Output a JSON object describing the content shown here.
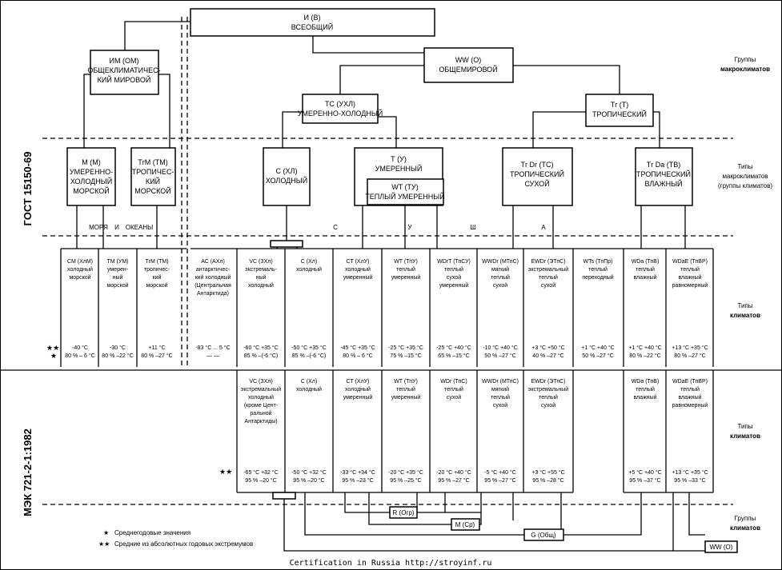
{
  "side_labels": {
    "gost": "ГОСТ 15150-69",
    "iec": "МЭК 721-2-1:1982"
  },
  "right_labels": [
    [
      "Группы",
      "макроклиматов"
    ],
    [
      "Типы",
      "макроклиматов",
      "(группы климатов)"
    ],
    [
      "Типы",
      "климатов"
    ],
    [
      "Типы",
      "климатов"
    ],
    [
      "Группы",
      "климатов"
    ]
  ],
  "top_boxes": [
    [
      "И (В)",
      "ВСЕОБЩИЙ"
    ],
    [
      "ИМ (ОМ)",
      "ОБЩЕКЛИМАТИЧЕС-",
      "КИЙ МИРОВОЙ"
    ],
    [
      "WW (О)",
      "ОБЩЕМИРОВОЙ"
    ],
    [
      "ТС (УХЛ)",
      "УМЕРЕННО-ХОЛОДНЫЙ"
    ],
    [
      "Тr (Т)",
      "ТРОПИЧЕСКИЙ"
    ]
  ],
  "macro_boxes": [
    [
      "М (М)",
      "УМЕРЕННО-",
      "ХОЛОДНЫЙ",
      "МОРСКОЙ"
    ],
    [
      "ТrМ (ТМ)",
      "ТРОПИЧЕС-",
      "КИЙ",
      "МОРСКОЙ"
    ],
    [
      "С (ХЛ)",
      "ХОЛОДНЫЙ"
    ],
    [
      "Т (У)",
      "УМЕРЕННЫЙ"
    ],
    [
      "WT (ТУ)",
      "ТЕПЛЫЙ УМЕРЕННЫЙ"
    ],
    [
      "Тr Dr (ТС)",
      "ТРОПИЧЕСКИЙ",
      "СУХОЙ"
    ],
    [
      "Тr Da (ТВ)",
      "ТРОПИЧЕСКИЙ",
      "ВЛАЖНЫЙ"
    ]
  ],
  "region_labels": [
    "МОРЯ",
    "И",
    "ОКЕАНЫ",
    "С",
    "У",
    "Ш",
    "А"
  ],
  "gost_rows": {
    "stars": "★★\n★",
    "cells": [
      {
        "lines": [
          "СМ (ХлМ)",
          "холодный",
          "морской"
        ],
        "temp": "-40 °С",
        "hum": "80 % – 6 °С"
      },
      {
        "lines": [
          "ТМ (УМ)",
          "умерен-",
          "ный",
          "морской"
        ],
        "temp": "-30 °С",
        "hum": "80 % –22 °С"
      },
      {
        "lines": [
          "ТrМ (ТМ)",
          "тропичес-",
          "кий",
          "морской"
        ],
        "temp": "+11 °С",
        "hum": "80 % –27 °С"
      },
      {
        "lines": [
          "АС (АХл)",
          "антарктичес-",
          "кий холодный",
          "(Центральная",
          "Антарктида)"
        ],
        "temp": "-83 °С ... 5 °С",
        "hum": "—        —"
      },
      {
        "lines": [
          "VC (ЗХл)",
          "экстремаль-",
          "ный",
          "холодный"
        ],
        "temp": "-60 °С +35 °С",
        "hum": "85 % –(-6 °С)"
      },
      {
        "lines": [
          "С (Хл)",
          "холодный"
        ],
        "temp": "-50 °С +35 °С",
        "hum": "85 % –(-6 °С)"
      },
      {
        "lines": [
          "СТ (ХлУ)",
          "холодный",
          "умеренный"
        ],
        "temp": "-45 °С +35 °С",
        "hum": "80 % – 6 °С"
      },
      {
        "lines": [
          "WT (ТпУ)",
          "теплый",
          "умеренный"
        ],
        "temp": "-25 °С +35 °С",
        "hum": "75 % –15 °С"
      },
      {
        "lines": [
          "WDrT (ТпСУ)",
          "теплый",
          "сухой",
          "умеренный"
        ],
        "temp": "-25 °С +40 °С",
        "hum": "65 % –15 °С"
      },
      {
        "lines": [
          "WWDr (МТпС)",
          "мягкий",
          "теплый",
          "сухой"
        ],
        "temp": "-10 °С +40 °С",
        "hum": "50 % –27 °С"
      },
      {
        "lines": [
          "EWDr (ЭТпС)",
          "экстремальный",
          "теплый",
          "сухой"
        ],
        "temp": "+3 °С +50 °С",
        "hum": "40 % –27 °С"
      },
      {
        "lines": [
          "WTs (ТпПр)",
          "теплый",
          "переходный"
        ],
        "temp": "+1 °С +40 °С",
        "hum": "50 % –27 °С"
      },
      {
        "lines": [
          "WDa (ТпВ)",
          "теплый",
          "влажный"
        ],
        "temp": "+1 °С +40 °С",
        "hum": "80 % –22 °С"
      },
      {
        "lines": [
          "WDaE (ТпВР)",
          "теплый",
          "влажный",
          "равномерный"
        ],
        "temp": "+13 °С +35 °С",
        "hum": "80 % –27 °С"
      }
    ]
  },
  "iec_rows": {
    "stars": "★★",
    "cells": [
      {
        "lines": [
          "VC (ЗХл)",
          "экстремальный",
          "холодный",
          "(кроме Цент-",
          "ральной",
          "Антарктиды)"
        ],
        "temp": "-65 °С +32 °С",
        "hum": "95 % –20 °С"
      },
      {
        "lines": [
          "С (Хл)",
          "холодный"
        ],
        "temp": "-50 °С +32 °С",
        "hum": "95 % –20 °С"
      },
      {
        "lines": [
          "СТ (ХлУ)",
          "холодный",
          "умеренный"
        ],
        "temp": "-33 °С +34 °С",
        "hum": "95 % –23 °С"
      },
      {
        "lines": [
          "WT (ТпУ)",
          "теплый",
          "умеренный"
        ],
        "temp": "-20 °С +35 °С",
        "hum": "95 % –25 °С"
      },
      {
        "lines": [
          "WDr (ТпС)",
          "теплый",
          "сухой"
        ],
        "temp": "-20 °С +40 °С",
        "hum": "95 % –27 °С"
      },
      {
        "lines": [
          "WWDr (МТпС)",
          "мягкий",
          "теплый",
          "сухой"
        ],
        "temp": "-5 °С +40 °С",
        "hum": "95 % –27 °С"
      },
      {
        "lines": [
          "EWDr (ЭТпС)",
          "экстремальный",
          "теплый",
          "сухой"
        ],
        "temp": "+3 °С +55 °С",
        "hum": "95 % –28 °С"
      },
      {
        "lines": [
          "WDa (ТпВ)",
          "теплый",
          "влажный"
        ],
        "temp": "+5 °С +40 °С",
        "hum": "95 % –37 °С"
      },
      {
        "lines": [
          "WDaE (ТпВР)",
          "теплый",
          "влажный",
          "равномерный"
        ],
        "temp": "+13 °С +35 °С",
        "hum": "95 % –33 °С"
      }
    ]
  },
  "group_boxes": [
    "R (Огр)",
    "M (Ср)",
    "G (Общ)",
    "WW (O)"
  ],
  "legend": [
    {
      "mark": "★",
      "text": "Среднегодовые значения"
    },
    {
      "mark": "★★",
      "text": "Средние из абсолютных годовых экстремумов"
    }
  ],
  "footer": "Certification in Russia http://stroyinf.ru"
}
